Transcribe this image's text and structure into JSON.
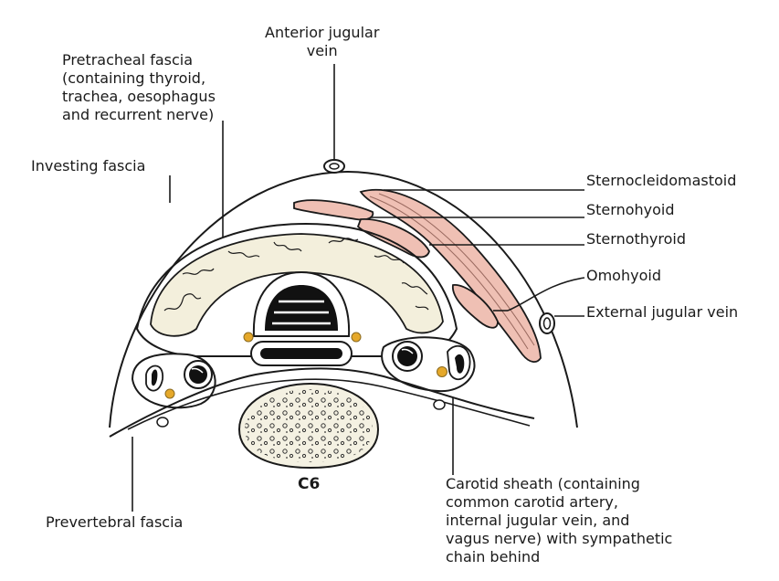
{
  "labels": {
    "anterior_jugular_vein": "Anterior jugular\nvein",
    "pretracheal_fascia": "Pretracheal fascia\n(containing thyroid,\ntrachea, oesophagus\nand recurrent nerve)",
    "investing_fascia": "Investing fascia",
    "sternocleidomastoid": "Sternocleidomastoid",
    "sternohyoid": "Sternohyoid",
    "sternothyroid": "Sternothyroid",
    "omohyoid": "Omohyoid",
    "external_jugular_vein": "External jugular vein",
    "carotid_sheath": "Carotid sheath (containing\ncommon carotid artery,\ninternal jugular vein, and\nvagus nerve) with sympathetic\nchain behind",
    "prevertebral_fascia": "Prevertebral fascia",
    "vertebra": "C6"
  },
  "colors": {
    "muscle_fill": "#efc0b4",
    "thyroid_fill": "#f3efdc",
    "nerve_fill": "#e5a82a",
    "outline": "#1a1a1a",
    "vertebra_fill": "#f4f1e2"
  }
}
